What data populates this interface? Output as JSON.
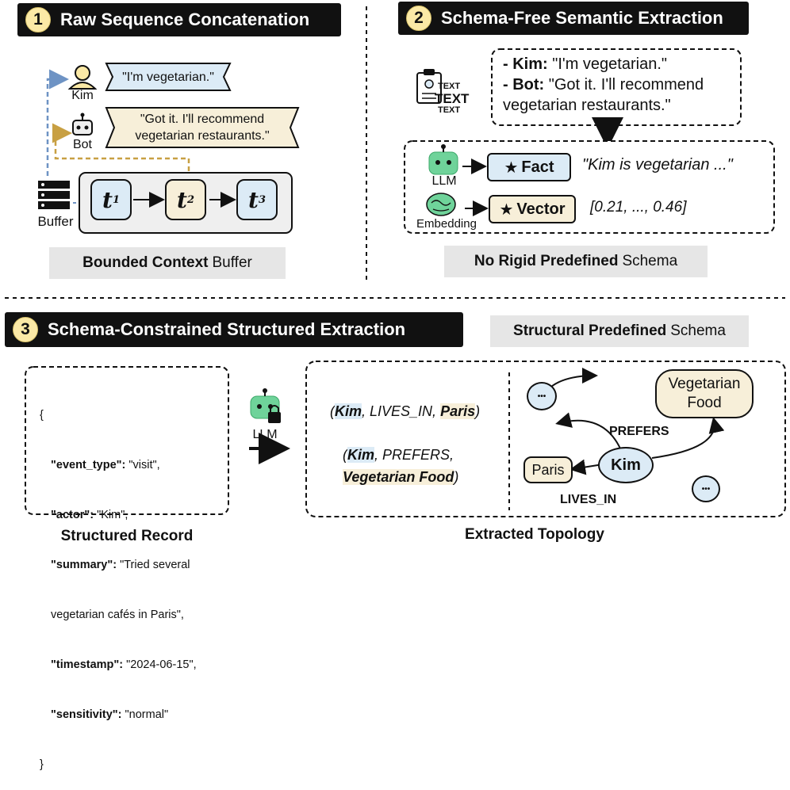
{
  "panels": {
    "p1": {
      "number": "1",
      "title": "Raw Sequence Concatenation",
      "speakers": {
        "user": "Kim",
        "bot": "Bot",
        "buffer": "Buffer"
      },
      "user_msg": "\"I'm vegetarian.\"",
      "bot_msg_line1": "\"Got it. I'll recommend",
      "bot_msg_line2": "vegetarian restaurants.\"",
      "tokens": [
        "t",
        "t",
        "t"
      ],
      "token_subs": [
        "1",
        "2",
        "3"
      ],
      "label_bold": "Bounded Context",
      "label_rest": "Buffer"
    },
    "p2": {
      "number": "2",
      "title": "Schema-Free Semantic Extraction",
      "doc_icon_text": [
        "TEXT",
        "TEXT",
        "TEXT"
      ],
      "dialog_kim_label": "- Kim:",
      "dialog_kim_text": " \"I'm vegetarian.\"",
      "dialog_bot_label": "- Bot:",
      "dialog_bot_text": " \"Got it. I'll recommend",
      "dialog_bot_text2": "vegetarian restaurants.\"",
      "llm_label": "LLM",
      "embedding_label": "Embedding",
      "fact_label": "Fact",
      "vector_label": "Vector",
      "star": "★",
      "fact_output": "\"Kim is vegetarian ...\"",
      "vector_output": "[0.21, ..., 0.46]",
      "label_bold": "No Rigid Predefined",
      "label_rest": "Schema"
    },
    "p3": {
      "number": "3",
      "title": "Schema-Constrained Structured Extraction",
      "schema_label_bold": "Structural Predefined",
      "schema_label_rest": "Schema",
      "record": {
        "open": "{",
        "close": "}",
        "lines": [
          {
            "key": "\"event_type\":",
            "val": " \"visit\","
          },
          {
            "key": "\"actor\":",
            "val": " \"Kim\","
          },
          {
            "key": "\"summary\":",
            "val": " \"Tried several"
          },
          {
            "key": "",
            "val": "vegetarian cafés in Paris\","
          },
          {
            "key": "\"timestamp\":",
            "val": " \"2024-06-15\","
          },
          {
            "key": "\"sensitivity\":",
            "val": " \"normal\""
          }
        ]
      },
      "llm_label": "LLM",
      "triple1": {
        "open": "(",
        "subj": "Kim",
        "rel": ", LIVES_IN, ",
        "obj": "Paris",
        "close": ")"
      },
      "triple2": {
        "open": "(",
        "subj": "Kim",
        "rel": ", PREFERS,",
        "obj": "Vegetarian Food",
        "close": ")"
      },
      "graph": {
        "center": "Kim",
        "paris": "Paris",
        "food_line1": "Vegetarian",
        "food_line2": "Food",
        "ellipsis": "•••",
        "edge_prefers": "PREFERS",
        "edge_lives": "LIVES_IN"
      },
      "caption_record": "Structured Record",
      "caption_topology": "Extracted Topology"
    }
  },
  "colors": {
    "bar": "#111111",
    "badge": "#fbe9a6",
    "blue_fill": "#dcebf6",
    "cream_fill": "#f7efd9",
    "gray_label": "#e6e6e6",
    "arrow_blue": "#6e93c4",
    "arrow_gold": "#c8a043",
    "robot_green": "#6fd39a"
  }
}
